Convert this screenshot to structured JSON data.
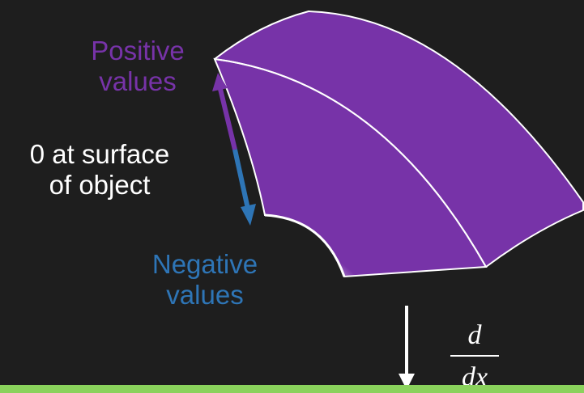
{
  "labels": {
    "positive_line1": "Positive",
    "positive_line2": "values",
    "zero_line1": "0 at surface",
    "zero_line2": "of object",
    "negative_line1": "Negative",
    "negative_line2": "values"
  },
  "math": {
    "numerator": "d",
    "denominator": "dx"
  },
  "colors": {
    "background": "#1e1e1e",
    "positive": "#7733a8",
    "negative": "#2e75b6",
    "surface": "#ffffff",
    "footer_bar": "#8ad25c"
  }
}
